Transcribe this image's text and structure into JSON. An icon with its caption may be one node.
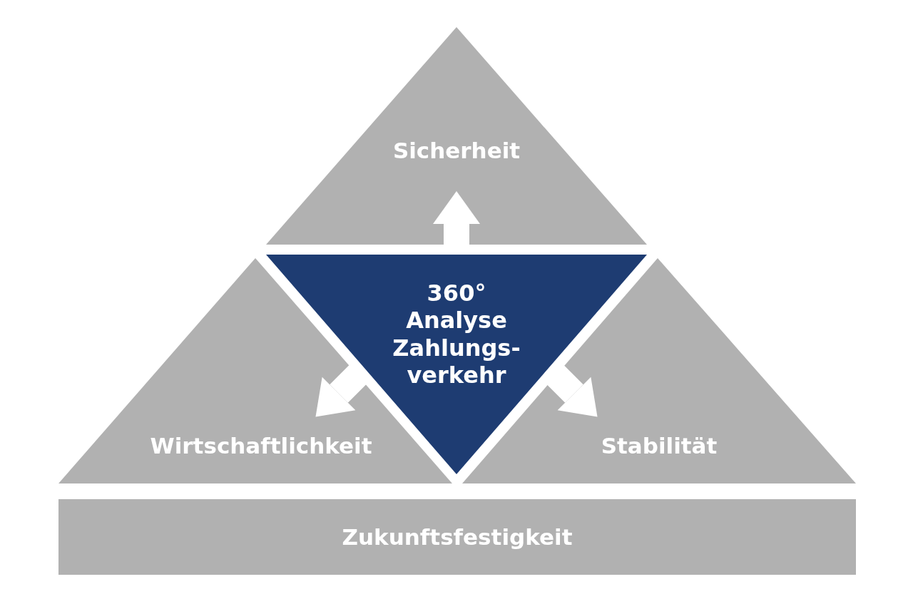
{
  "diagram": {
    "nodes": [
      {
        "text": [
          "Sicherheit"
        ]
      },
      {
        "text": [
          "360° Analyse Zahlungs-verkehr"
        ]
      },
      {
        "text": [
          "Wirtschaftlichkeit"
        ]
      },
      {
        "text": [
          "Stabilität"
        ]
      },
      {
        "text": [
          "Zukunftsfestigkeit"
        ]
      }
    ],
    "edges": [
      {
        "from": 1,
        "to": 0,
        "arrow": "to"
      },
      {
        "from": 1,
        "to": 2,
        "arrow": "to"
      },
      {
        "from": 1,
        "to": 3,
        "arrow": "to"
      }
    ]
  }
}
